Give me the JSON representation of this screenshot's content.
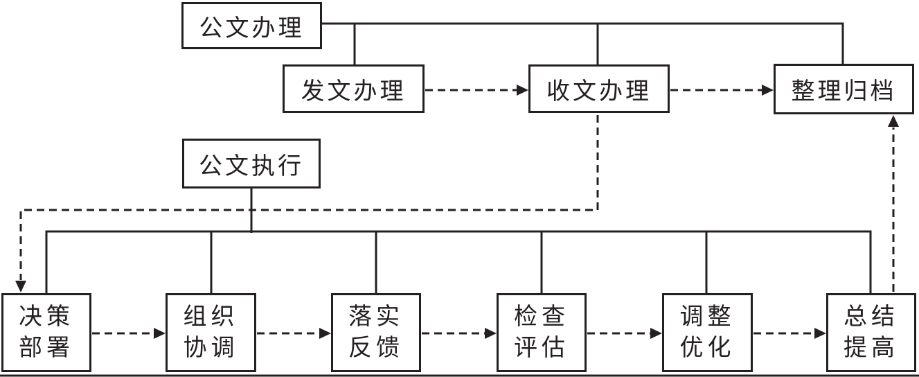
{
  "diagram": {
    "type": "flowchart",
    "background_color": "#ffffff",
    "line_color": "#242021",
    "nodes": {
      "gongwen_banli": {
        "label": "公文办理"
      },
      "fawen_banli": {
        "label": "发文办理"
      },
      "shouwen_banli": {
        "label": "收文办理"
      },
      "zhengli_guidang": {
        "label": "整理归档"
      },
      "gongwen_zhixing": {
        "label": "公文执行"
      },
      "juece_bushu": {
        "line1": "决策",
        "line2": "部署"
      },
      "zuzhi_xietiao": {
        "line1": "组织",
        "line2": "协调"
      },
      "luoshi_fankui": {
        "line1": "落实",
        "line2": "反馈"
      },
      "jiancha_pinggu": {
        "line1": "检查",
        "line2": "评估"
      },
      "tiaozheng_youhua": {
        "line1": "调整",
        "line2": "优化"
      },
      "zongjie_tigao": {
        "line1": "总结",
        "line2": "提高"
      }
    },
    "edges": [
      {
        "from": "gongwen_banli",
        "to": "fawen_banli",
        "style": "solid"
      },
      {
        "from": "gongwen_banli",
        "to": "shouwen_banli",
        "style": "solid"
      },
      {
        "from": "gongwen_banli",
        "to": "zhengli_guidang",
        "style": "solid"
      },
      {
        "from": "fawen_banli",
        "to": "shouwen_banli",
        "style": "dashed-arrow"
      },
      {
        "from": "shouwen_banli",
        "to": "zhengli_guidang",
        "style": "dashed-arrow"
      },
      {
        "from": "shouwen_banli",
        "to": "juece_bushu",
        "style": "dashed-arrow"
      },
      {
        "from": "gongwen_zhixing",
        "to": "juece_bushu",
        "style": "solid"
      },
      {
        "from": "gongwen_zhixing",
        "to": "zuzhi_xietiao",
        "style": "solid"
      },
      {
        "from": "gongwen_zhixing",
        "to": "luoshi_fankui",
        "style": "solid"
      },
      {
        "from": "gongwen_zhixing",
        "to": "jiancha_pinggu",
        "style": "solid"
      },
      {
        "from": "gongwen_zhixing",
        "to": "tiaozheng_youhua",
        "style": "solid"
      },
      {
        "from": "gongwen_zhixing",
        "to": "zongjie_tigao",
        "style": "solid"
      },
      {
        "from": "juece_bushu",
        "to": "zuzhi_xietiao",
        "style": "dashed-arrow"
      },
      {
        "from": "zuzhi_xietiao",
        "to": "luoshi_fankui",
        "style": "dashed-arrow"
      },
      {
        "from": "luoshi_fankui",
        "to": "jiancha_pinggu",
        "style": "dashed-arrow"
      },
      {
        "from": "jiancha_pinggu",
        "to": "tiaozheng_youhua",
        "style": "dashed-arrow"
      },
      {
        "from": "tiaozheng_youhua",
        "to": "zongjie_tigao",
        "style": "dashed-arrow"
      },
      {
        "from": "zongjie_tigao",
        "to": "zhengli_guidang",
        "style": "dashed-arrow"
      }
    ]
  }
}
